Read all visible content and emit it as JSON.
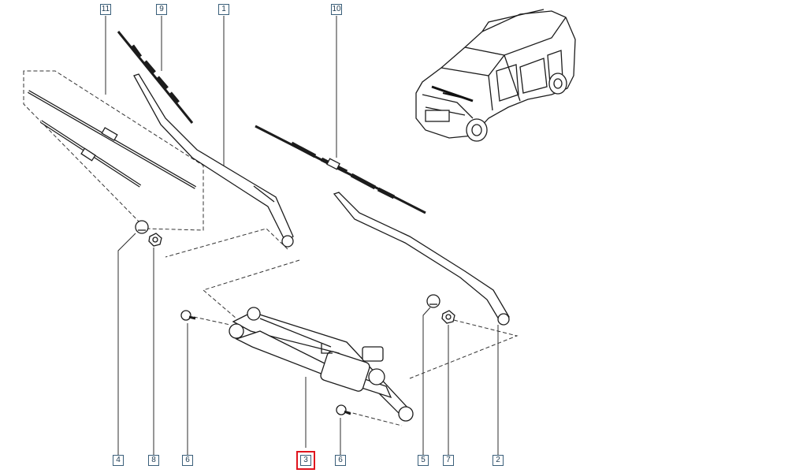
{
  "diagram": {
    "callouts": [
      {
        "id": "11",
        "label": "11"
      },
      {
        "id": "9",
        "label": "9"
      },
      {
        "id": "1",
        "label": "1"
      },
      {
        "id": "10",
        "label": "10"
      },
      {
        "id": "4",
        "label": "4"
      },
      {
        "id": "8",
        "label": "8"
      },
      {
        "id": "6a",
        "label": "6"
      },
      {
        "id": "3",
        "label": "3",
        "highlighted": true
      },
      {
        "id": "6b",
        "label": "6"
      },
      {
        "id": "5",
        "label": "5"
      },
      {
        "id": "7",
        "label": "7"
      },
      {
        "id": "2",
        "label": "2"
      }
    ],
    "highlight_color": "#e0141e",
    "callout_border_color": "#3a5f7a"
  }
}
